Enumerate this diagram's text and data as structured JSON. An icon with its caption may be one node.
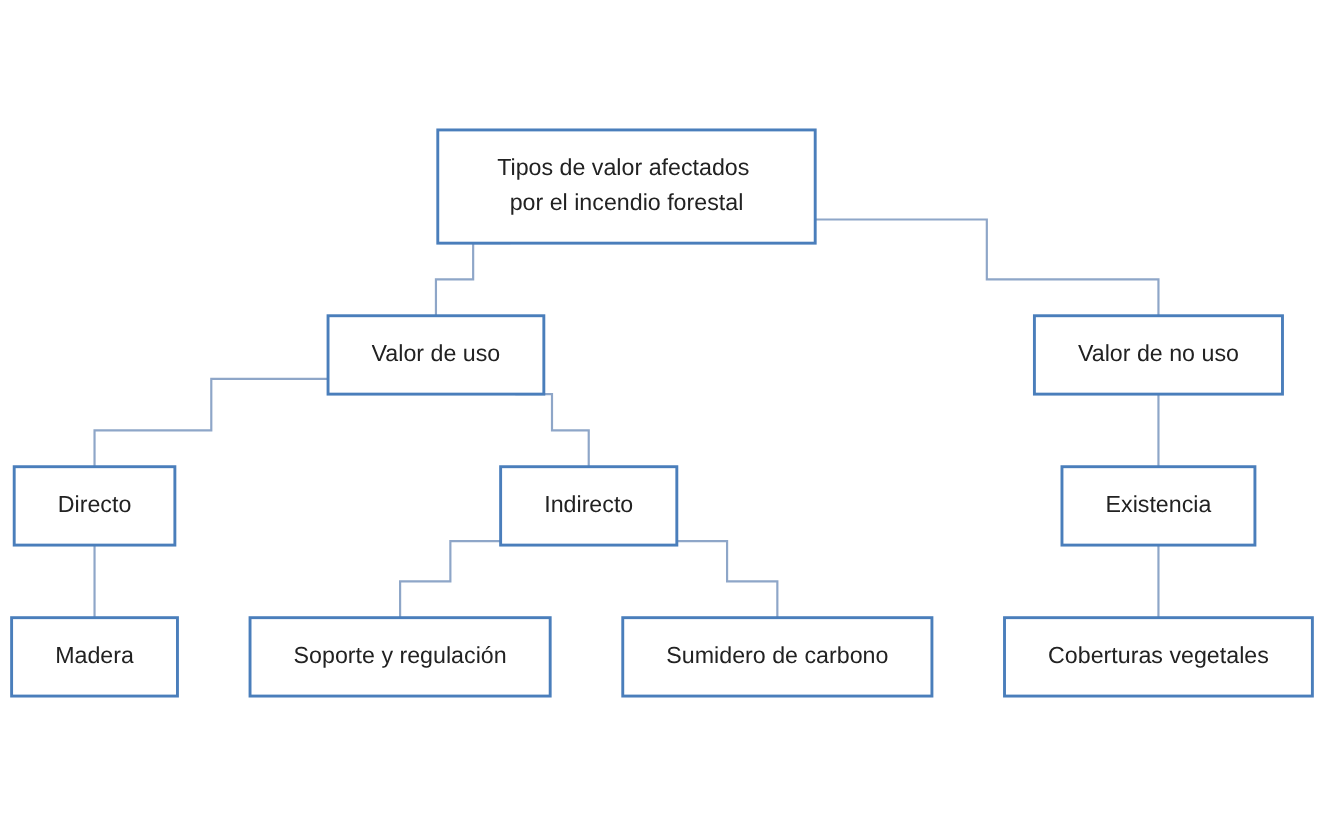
{
  "diagram": {
    "nodes": [
      {
        "text": [
          "Tipos de valor afectados por el incendio forestal"
        ]
      },
      {
        "text": [
          "Valor de uso"
        ]
      },
      {
        "text": [
          "Valor de no uso"
        ]
      },
      {
        "text": [
          "Directo"
        ]
      },
      {
        "text": [
          "Indirecto"
        ]
      },
      {
        "text": [
          "Existencia"
        ]
      },
      {
        "text": [
          "Madera"
        ]
      },
      {
        "text": [
          "Soporte y regulación"
        ]
      },
      {
        "text": [
          "Sumidero de carbono"
        ]
      },
      {
        "text": [
          "Coberturas vegetales"
        ]
      }
    ],
    "edges": [
      {
        "from": 0,
        "to": 1,
        "arrow": "none"
      },
      {
        "from": 0,
        "to": 2,
        "arrow": "none"
      },
      {
        "from": 1,
        "to": 3,
        "arrow": "none"
      },
      {
        "from": 1,
        "to": 4,
        "arrow": "none"
      },
      {
        "from": 2,
        "to": 5,
        "arrow": "none"
      },
      {
        "from": 3,
        "to": 6,
        "arrow": "none"
      },
      {
        "from": 4,
        "to": 7,
        "arrow": "none"
      },
      {
        "from": 4,
        "to": 8,
        "arrow": "none"
      },
      {
        "from": 5,
        "to": 9,
        "arrow": "none"
      }
    ]
  }
}
